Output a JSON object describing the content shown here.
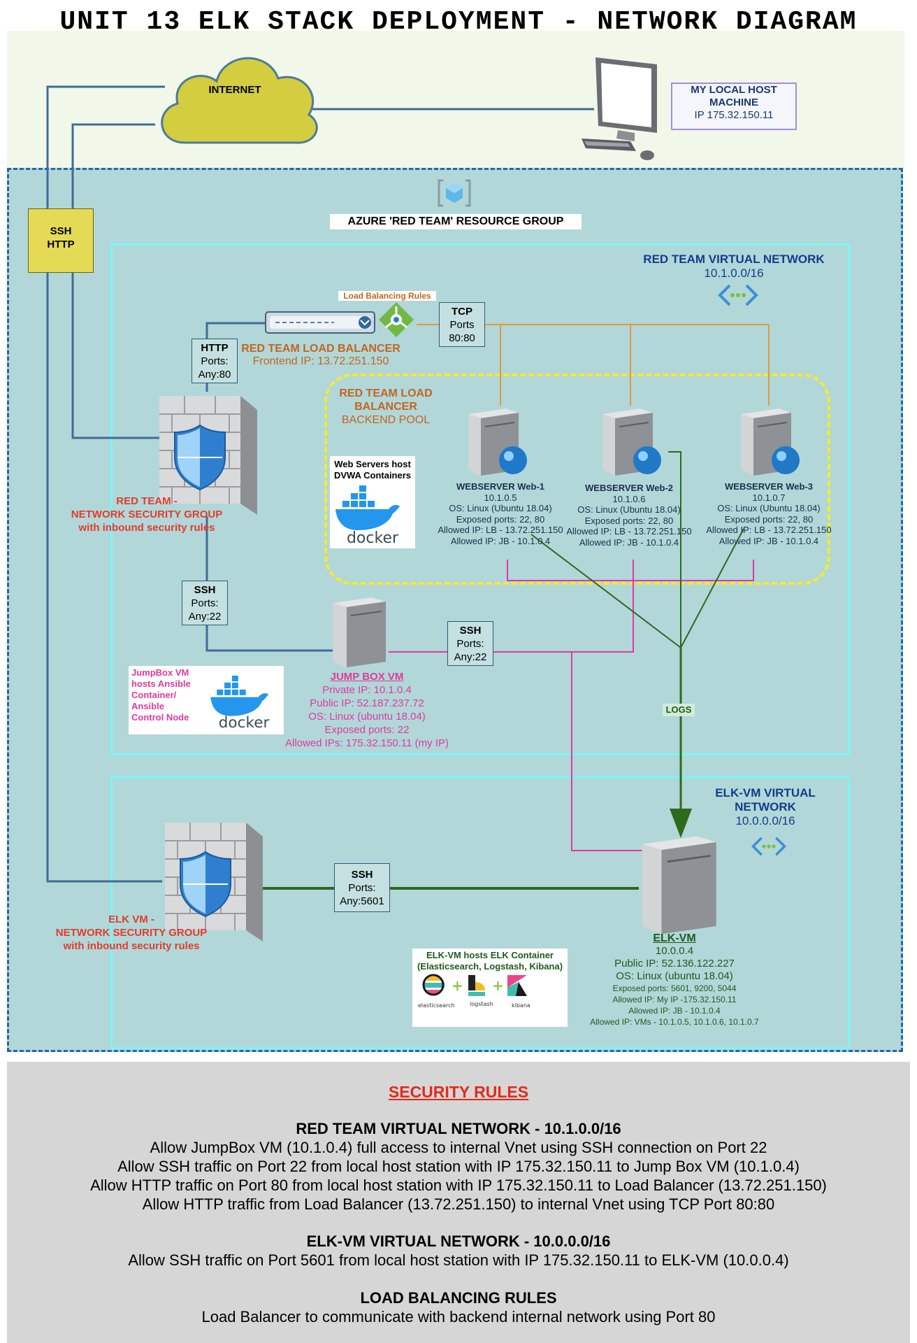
{
  "title": "UNIT 13 ELK STACK DEPLOYMENT - NETWORK DIAGRAM",
  "internet": {
    "label": "INTERNET"
  },
  "local_host": {
    "line1": "MY LOCAL HOST",
    "line2": "MACHINE",
    "ip": "IP  175.32.150.11"
  },
  "ssh_http_box": {
    "line1": "SSH",
    "line2": "HTTP"
  },
  "resource_group": {
    "label": "AZURE 'RED TEAM' RESOURCE GROUP"
  },
  "red_vnet": {
    "title": "RED TEAM VIRTUAL NETWORK",
    "cidr": "10.1.0.0/16"
  },
  "elk_vnet": {
    "line1": "ELK-VM VIRTUAL",
    "line2": "NETWORK",
    "cidr": "10.0.0.0/16"
  },
  "load_balancer": {
    "rules_label": "Load Balancing Rules",
    "name": "RED TEAM LOAD BALANCER",
    "frontend": "Frontend IP: 13.72.251.150"
  },
  "tcp_box": {
    "line1": "TCP",
    "line2": "Ports",
    "line3": "80:80"
  },
  "http_box": {
    "line1": "HTTP",
    "line2": "Ports:",
    "line3": "Any:80"
  },
  "backend_pool": {
    "line1": "RED TEAM LOAD",
    "line2": "BALANCER",
    "line3": "BACKEND POOL"
  },
  "webservers": [
    {
      "name": "WEBSERVER Web-1",
      "ip": "10.1.0.5",
      "os": "OS: Linux (Ubuntu 18.04)",
      "ports": "Exposed ports: 22, 80",
      "allowed_lb": "Allowed IP: LB - 13.72.251.150",
      "allowed_jb": "Allowed IP: JB - 10.1.0.4"
    },
    {
      "name": "WEBSERVER Web-2",
      "ip": "10.1.0.6",
      "os": "OS: Linux (Ubuntu 18.04)",
      "ports": "Exposed ports: 22, 80",
      "allowed_lb": "Allowed IP: LB - 13.72.251.150",
      "allowed_jb": "Allowed IP: JB - 10.1.0.4"
    },
    {
      "name": "WEBSERVER Web-3",
      "ip": "10.1.0.7",
      "os": "OS: Linux (Ubuntu 18.04)",
      "ports": "Exposed ports: 22, 80",
      "allowed_lb": "Allowed IP: LB - 13.72.251.150",
      "allowed_jb": "Allowed IP: JB - 10.1.0.4"
    }
  ],
  "dvwa_note": {
    "line1": "Web Servers host",
    "line2": "DVWA Containers",
    "logo": "docker"
  },
  "red_nsg": {
    "line1": "RED TEAM -",
    "line2": "NETWORK SECURITY GROUP",
    "line3": "with inbound security rules"
  },
  "ssh_jb_box": {
    "line1": "SSH",
    "line2": "Ports:",
    "line3": "Any:22"
  },
  "ssh_elk_box": {
    "line1": "SSH",
    "line2": "Ports:",
    "line3": "Any:22"
  },
  "jumpbox_note": {
    "line1": "JumpBox VM",
    "line2": "hosts Ansible",
    "line3": "Container/",
    "line4": "Ansible",
    "line5": "Control Node",
    "logo": "docker"
  },
  "jumpbox": {
    "name": "JUMP BOX VM",
    "private_ip": "Private IP: 10.1.0.4",
    "public_ip": "Public IP: 52.187.237.72",
    "os": "OS: Linux (ubuntu 18.04)",
    "ports": "Exposed ports: 22",
    "allowed": "Allowed IPs: 175.32.150.11 (my IP)"
  },
  "logs_label": "LOGS",
  "elk_nsg": {
    "line1": "ELK VM -",
    "line2": "NETWORK SECURITY GROUP",
    "line3": "with inbound security rules"
  },
  "ssh_5601_box": {
    "line1": "SSH",
    "line2": "Ports:",
    "line3": "Any:5601"
  },
  "elk_vm": {
    "name": "ELK-VM",
    "ip": "10.0.0.4",
    "public_ip": "Public IP: 52.136.122.227",
    "os": "OS: Linux (ubuntu 18.04)",
    "ports": "Exposed ports: 5601, 9200, 5044",
    "allowed_my": "Allowed IP: My IP -175.32.150.11",
    "allowed_jb": "Allowed IP: JB - 10.1.0.4",
    "allowed_vms": "Allowed IP: VMs - 10.1.0.5, 10.1.0.6, 10.1.0.7"
  },
  "elk_note": {
    "line1": "ELK-VM hosts ELK Container",
    "line2": "(Elasticsearch, Logstash, Kibana)",
    "logo_es": "elasticsearch",
    "logo_ls": "logstash",
    "logo_kb": "kibana"
  },
  "security_rules": {
    "title": "SECURITY RULES",
    "red_header": "RED TEAM VIRTUAL NETWORK - 10.1.0.0/16",
    "red_rules": [
      "Allow JumpBox VM (10.1.0.4) full access to internal Vnet using SSH connection on Port 22",
      "Allow SSH traffic on Port 22 from local host station with IP 175.32.150.11 to Jump Box VM (10.1.0.4)",
      "Allow HTTP traffic on Port 80 from local host station with IP 175.32.150.11 to Load Balancer (13.72.251.150)",
      "Allow HTTP traffic from Load Balancer (13.72.251.150) to internal Vnet using TCP Port 80:80"
    ],
    "elk_header": "ELK-VM VIRTUAL NETWORK - 10.0.0.0/16",
    "elk_rules": [
      "Allow SSH traffic on Port 5601 from local host station with IP 175.32.150.11 to ELK-VM (10.0.0.4)"
    ],
    "lb_header": "LOAD BALANCING RULES",
    "lb_rules": [
      "Load Balancer to communicate with backend internal network using Port 80"
    ]
  },
  "colors": {
    "top_band": "#f1f8ea",
    "azure_rg": "#b1d7d9",
    "vnet_border": "#7af6f6",
    "backend_pool_border": "#f7ea2a",
    "cloud": "#d3cd3f",
    "tcp_line": "#e39a3a",
    "ssh_line": "#df3a9f",
    "logs_line": "#2c6a1c",
    "main_line": "#3e6c96",
    "security_bg": "#d6d6d6"
  },
  "icons": [
    "cloud-icon",
    "desktop-computer-icon",
    "resource-group-icon",
    "vnet-icon",
    "load-balancer-icon",
    "lb-rules-icon",
    "server-icon",
    "globe-icon",
    "firewall-shield-icon",
    "docker-logo",
    "elk-logos"
  ]
}
